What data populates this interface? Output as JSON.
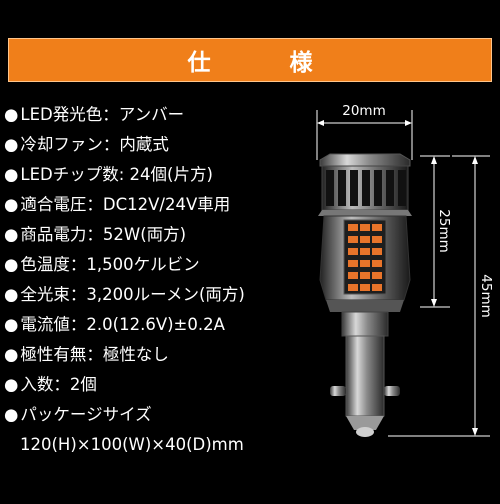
{
  "title": "仕　様",
  "specs": [
    {
      "bullet": "●",
      "text": "LED発光色：アンバー"
    },
    {
      "bullet": "●",
      "text": "冷却ファン：内蔵式"
    },
    {
      "bullet": "●",
      "text": "LEDチップ数: 24個(片方)"
    },
    {
      "bullet": "●",
      "text": "適合電圧：DC12V/24V車用"
    },
    {
      "bullet": "●",
      "text": "商品電力：52W(両方)"
    },
    {
      "bullet": "●",
      "text": "色温度：1,500ケルビン"
    },
    {
      "bullet": "●",
      "text": "全光束：3,200ルーメン(両方)"
    },
    {
      "bullet": "●",
      "text": "電流値：2.0(12.6V)±0.2A"
    },
    {
      "bullet": "●",
      "text": "極性有無：極性なし"
    },
    {
      "bullet": "●",
      "text": "入数：2個"
    },
    {
      "bullet": "●",
      "text": "パッケージサイズ"
    },
    {
      "bullet": "",
      "text": "120(H)×100(W)×40(D)mm"
    }
  ],
  "dimensions": {
    "width_label": "20mm",
    "head_height_label": "25mm",
    "total_height_label": "45mm"
  },
  "colors": {
    "title_bar": "#f07f1a",
    "led_chip": "#e8742a",
    "background": "#000000"
  }
}
